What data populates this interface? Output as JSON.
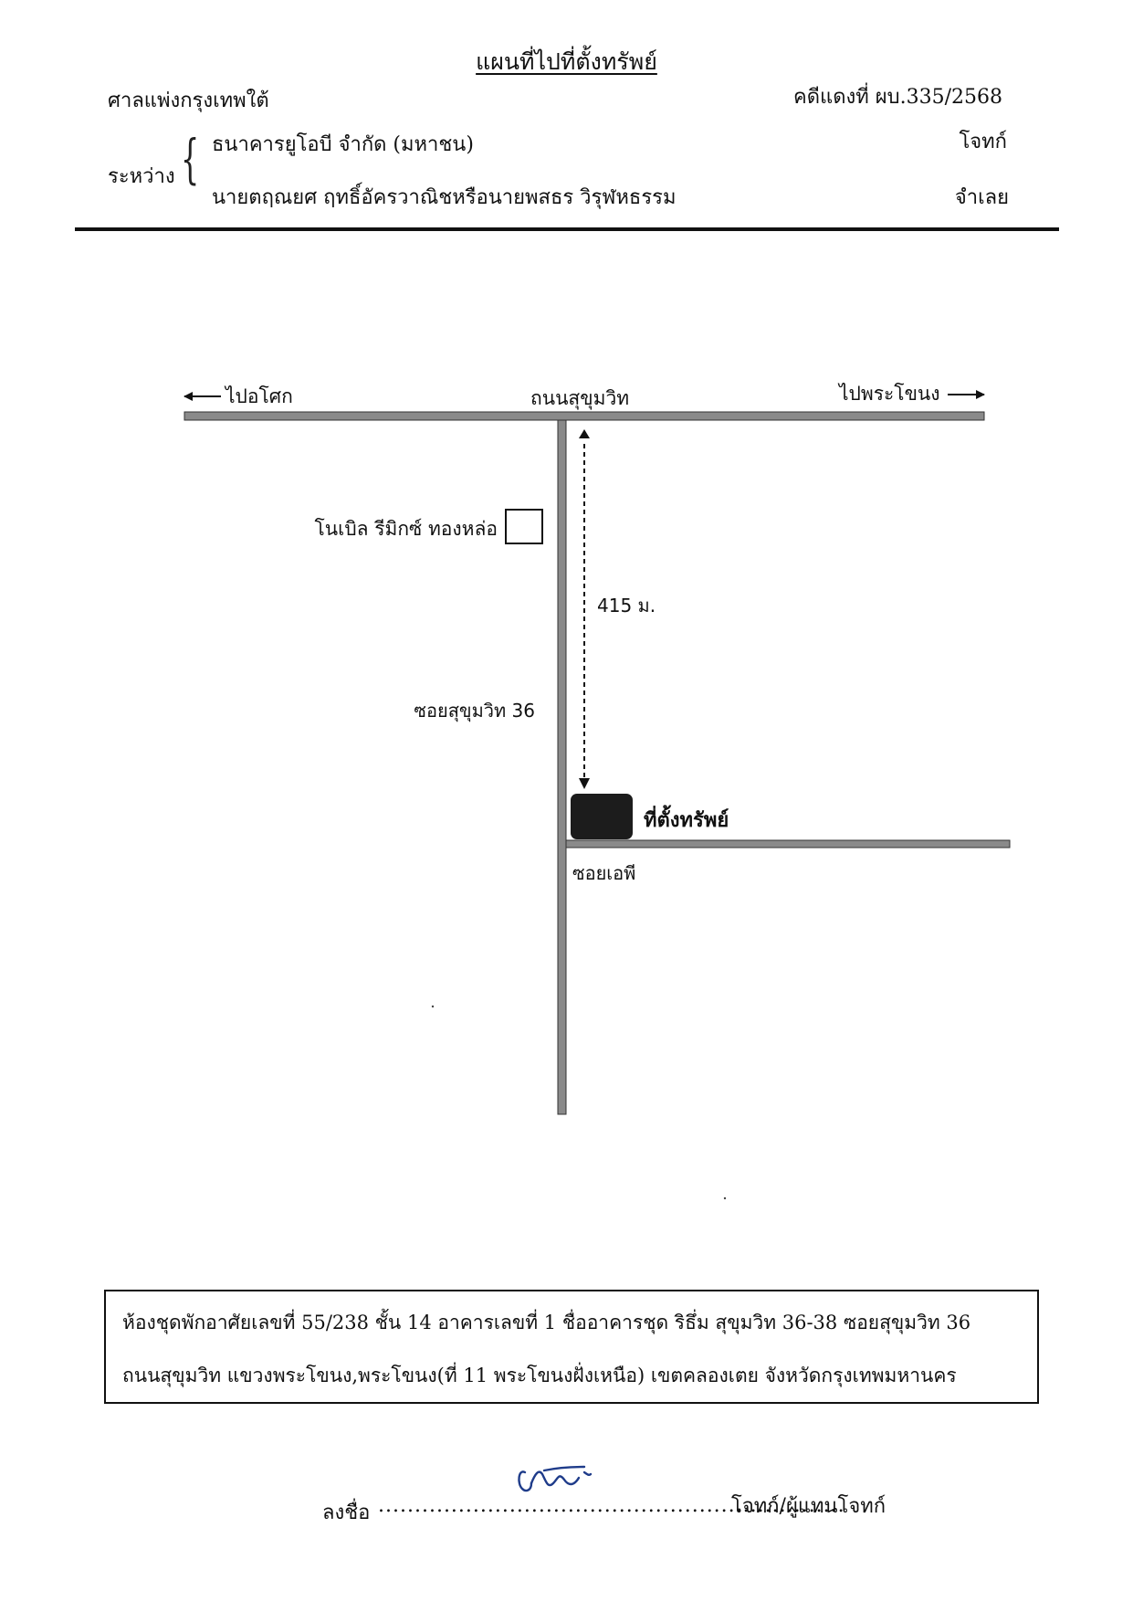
{
  "header": {
    "title": "แผนที่ไปที่ตั้งทรัพย์",
    "court": "ศาลแพ่งกรุงเทพใต้",
    "case_number": "คดีแดงที่ ผบ.335/2568",
    "between_label": "ระหว่าง",
    "plaintiff_name": "ธนาคารยูโอบี จำกัด (มหาชน)",
    "plaintiff_role": "โจทก์",
    "defendant_name": "นายตฤณยศ ฤทธิ์อัครวาณิชหรือนายพสธร วิรุฬหธรรม",
    "defendant_role": "จำเลย"
  },
  "map": {
    "main_road": "ถนนสุขุมวิท",
    "to_left": "ไปอโศก",
    "to_right": "ไปพระโขนง",
    "landmark": "โนเบิล รีมิกซ์ ทองหล่อ",
    "distance": "415 ม.",
    "soi_main": "ซอยสุขุมวิท 36",
    "property_label": "ที่ตั้งทรัพย์",
    "soi_side": "ซอยเอพี"
  },
  "address": {
    "line1": "ห้องชุดพักอาศัยเลขที่ 55/238 ชั้น 14 อาคารเลขที่ 1 ชื่ออาคารชุด ริธึ่ม สุขุมวิท 36-38 ซอยสุขุมวิท 36",
    "line2": "ถนนสุขุมวิท แขวงพระโขนง,พระโขนง(ที่ 11 พระโขนงฝั่งเหนือ) เขตคลองเตย จังหวัดกรุงเทพมหานคร"
  },
  "signature": {
    "label": "ลงชื่อ",
    "role": "โจทก์/ผู้แทนโจทก์"
  }
}
